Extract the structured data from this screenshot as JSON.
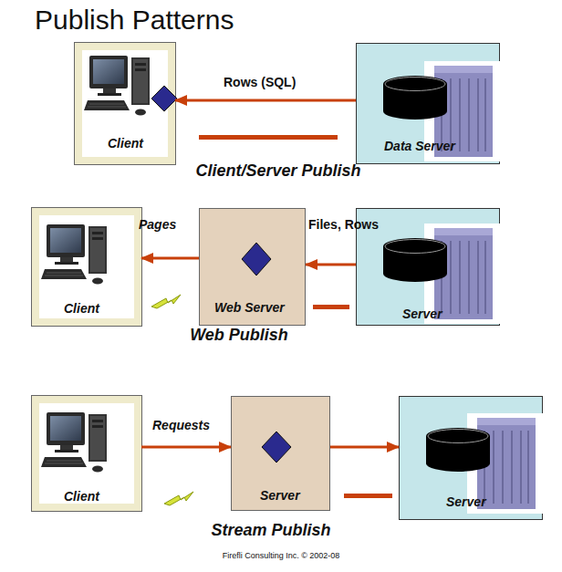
{
  "diagram": {
    "title": "Publish Patterns",
    "nodes": [
      {
        "text": [
          "Client"
        ]
      },
      {
        "text": [
          "Data Server"
        ]
      },
      {
        "text": [
          "Client"
        ]
      },
      {
        "text": [
          "Web Server"
        ]
      },
      {
        "text": [
          "Server"
        ]
      },
      {
        "text": [
          "Client"
        ]
      },
      {
        "text": [
          "Server"
        ]
      },
      {
        "text": [
          "Server"
        ]
      }
    ],
    "edges": [
      {
        "from": 1,
        "to": 0,
        "label": "Rows (SQL)",
        "arrow": "to"
      },
      {
        "from": 3,
        "to": 2,
        "label": "Pages",
        "arrow": "to"
      },
      {
        "from": 4,
        "to": 3,
        "label": "Files, Rows",
        "arrow": "to"
      },
      {
        "from": 5,
        "to": 6,
        "label": "Requests",
        "arrow": "to"
      },
      {
        "from": 6,
        "to": 7,
        "arrow": "to"
      }
    ],
    "labels": [
      "Client/Server Publish",
      "Web Publish",
      "Stream Publish",
      "Firefli Consulting Inc. © 2002-08"
    ]
  }
}
